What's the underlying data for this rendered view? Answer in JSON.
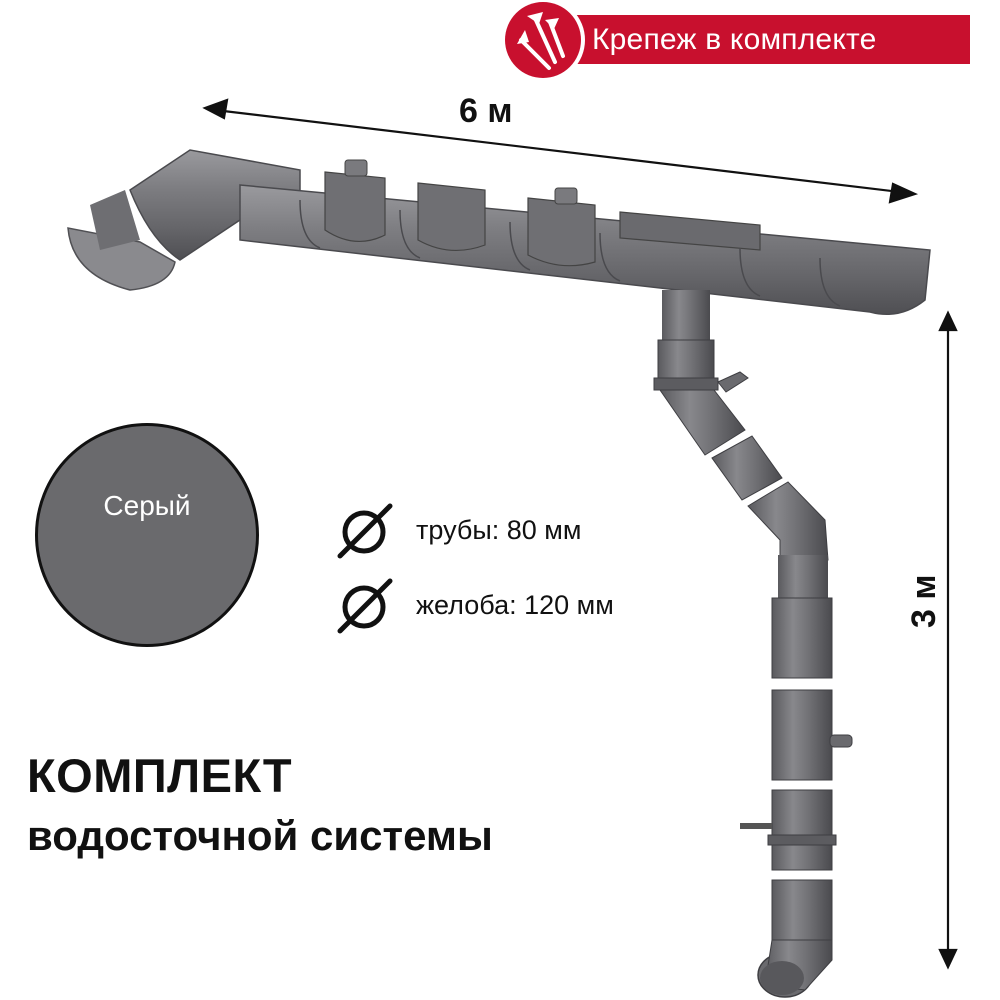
{
  "badge": {
    "label": "Крепеж в комплекте",
    "icon": "screws-icon",
    "color": "#c8102e"
  },
  "dimensions": {
    "length_label": "6 м",
    "height_label": "3 м"
  },
  "color_swatch": {
    "label": "Серый",
    "color": "#6a6a6d"
  },
  "specs": [
    {
      "icon": "diameter-icon",
      "label": "трубы: 80 мм"
    },
    {
      "icon": "diameter-icon",
      "label": "желоба: 120 мм"
    }
  ],
  "title": {
    "line1": "КОМПЛЕКТ",
    "line2": "водосточной системы"
  },
  "illustration": {
    "subject": "gutter-system",
    "product_color": "#77777a"
  }
}
